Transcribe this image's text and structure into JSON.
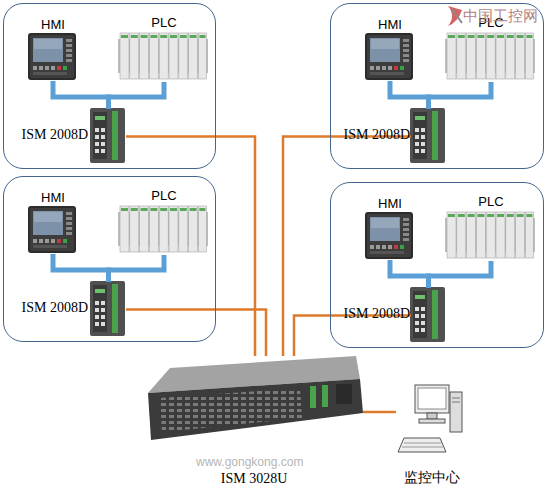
{
  "diagram": {
    "nodes": [
      {
        "text": []
      },
      {
        "text": [
          "HMI"
        ],
        "in": 0
      },
      {
        "text": [
          "PLC"
        ],
        "in": 0
      },
      {
        "text": [
          "ISM 2008D"
        ],
        "in": 0
      },
      {
        "text": []
      },
      {
        "text": [
          "HMI"
        ],
        "in": 4
      },
      {
        "text": [
          "PLC"
        ],
        "in": 4
      },
      {
        "text": [
          "ISM 2008D"
        ],
        "in": 4
      },
      {
        "text": []
      },
      {
        "text": [
          "HMI"
        ],
        "in": 8
      },
      {
        "text": [
          "PLC"
        ],
        "in": 8
      },
      {
        "text": [
          "ISM 2008D"
        ],
        "in": 8
      },
      {
        "text": []
      },
      {
        "text": [
          "HMI"
        ],
        "in": 12
      },
      {
        "text": [
          "PLC"
        ],
        "in": 12
      },
      {
        "text": [
          "ISM 2008D"
        ],
        "in": 12
      },
      {
        "text": [
          "ISM 3028U"
        ]
      },
      {
        "text": [
          "监控中心"
        ]
      }
    ],
    "edges": [
      {
        "from": 1,
        "to": 3,
        "arrow": "none"
      },
      {
        "from": 2,
        "to": 3,
        "arrow": "none"
      },
      {
        "from": 5,
        "to": 7,
        "arrow": "none"
      },
      {
        "from": 6,
        "to": 7,
        "arrow": "none"
      },
      {
        "from": 9,
        "to": 11,
        "arrow": "none"
      },
      {
        "from": 10,
        "to": 11,
        "arrow": "none"
      },
      {
        "from": 13,
        "to": 15,
        "arrow": "none"
      },
      {
        "from": 14,
        "to": 15,
        "arrow": "none"
      },
      {
        "from": 3,
        "to": 16,
        "arrow": "none"
      },
      {
        "from": 7,
        "to": 16,
        "arrow": "none"
      },
      {
        "from": 11,
        "to": 16,
        "arrow": "none"
      },
      {
        "from": 15,
        "to": 16,
        "arrow": "none"
      },
      {
        "from": 16,
        "to": 17,
        "arrow": "none"
      }
    ],
    "labels": [
      "中国工控网",
      "www.gongkong.com"
    ]
  }
}
